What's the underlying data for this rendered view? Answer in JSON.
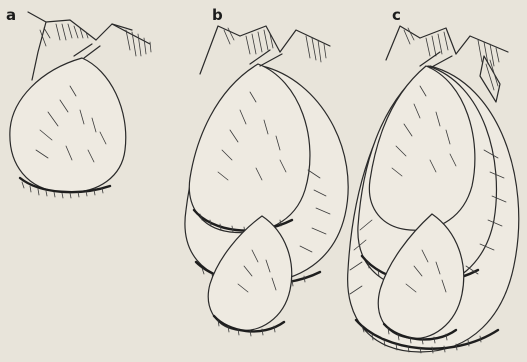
{
  "panels": [
    {
      "id": "a",
      "label": "a"
    },
    {
      "id": "b",
      "label": "b"
    },
    {
      "id": "c",
      "label": "c"
    }
  ],
  "colors": {
    "paper": "#e8e4da",
    "ink": "#2a2a2a"
  }
}
